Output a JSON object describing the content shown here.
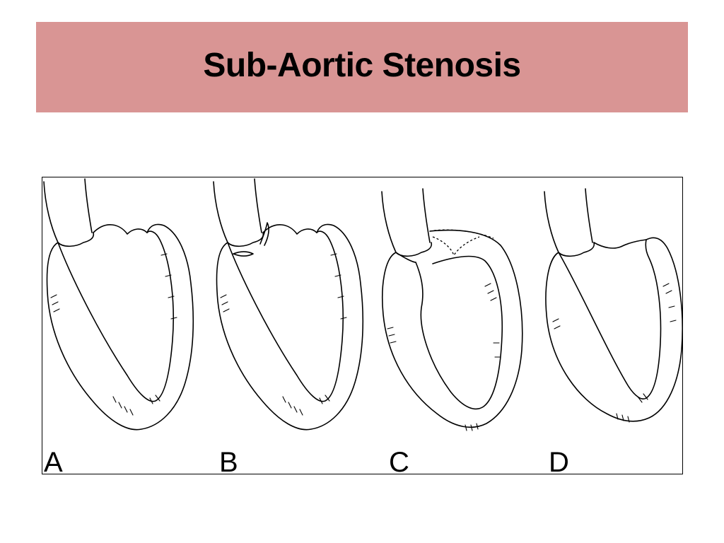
{
  "slide": {
    "title": "Sub-Aortic Stenosis"
  },
  "colors": {
    "title_background": "#d99594",
    "title_text": "#000000",
    "line_art": "#000000",
    "background": "#ffffff"
  },
  "figure": {
    "panels": [
      {
        "label": "A"
      },
      {
        "label": "B"
      },
      {
        "label": "C"
      },
      {
        "label": "D"
      }
    ]
  }
}
